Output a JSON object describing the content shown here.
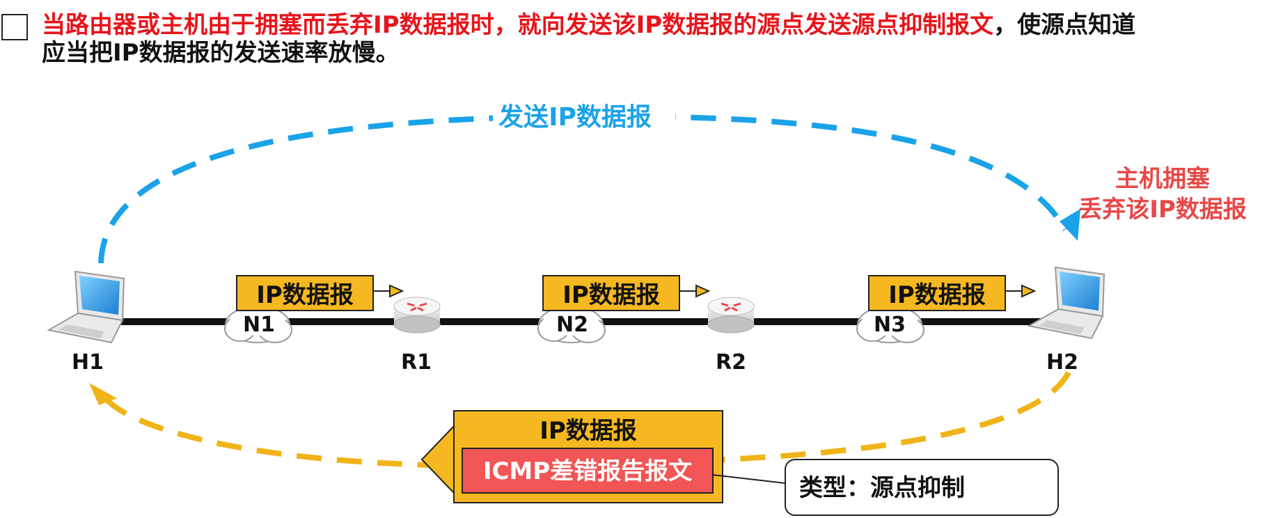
{
  "heading": {
    "highlight": "当路由器或主机由于拥塞而丢弃IP数据报时，就向发送该IP数据报的源点发送源点抑制报文",
    "rest_line1": "，使源点知道",
    "line2": "应当把IP数据报的发送速率放慢。"
  },
  "diagram": {
    "send_label": "发送IP数据报",
    "congestion_line1": "主机拥塞",
    "congestion_line2": "丢弃该IP数据报",
    "hosts": [
      "H1",
      "H2"
    ],
    "routers": [
      "R1",
      "R2"
    ],
    "networks": [
      "N1",
      "N2",
      "N3"
    ],
    "datagram_label": "IP数据报",
    "icmp_outer_label": "IP数据报",
    "icmp_inner_label": "ICMP差错报告报文",
    "callout_text": "类型：源点抑制"
  },
  "colors": {
    "highlight_red": "#e8141b",
    "send_blue": "#1aa3e8",
    "return_orange": "#f0b418",
    "congestion_text": "#e84848",
    "datagram_fill": "#f5b820",
    "icmp_fill": "#f25555"
  }
}
